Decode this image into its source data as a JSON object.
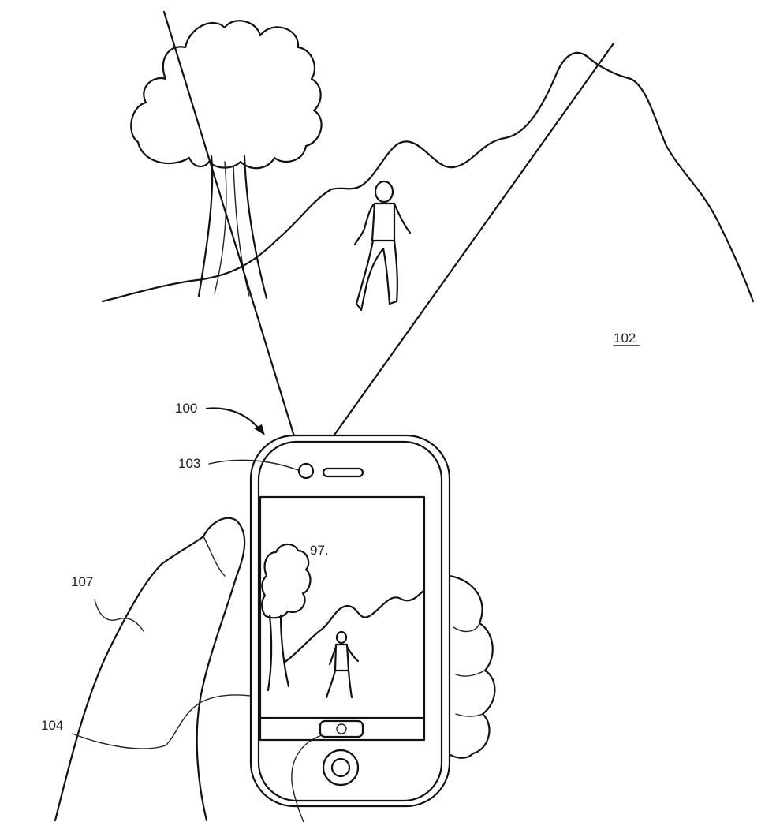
{
  "labels": {
    "scene": "102",
    "device": "100",
    "camera": "103",
    "display": "104",
    "hand": "107",
    "preview": "97."
  }
}
